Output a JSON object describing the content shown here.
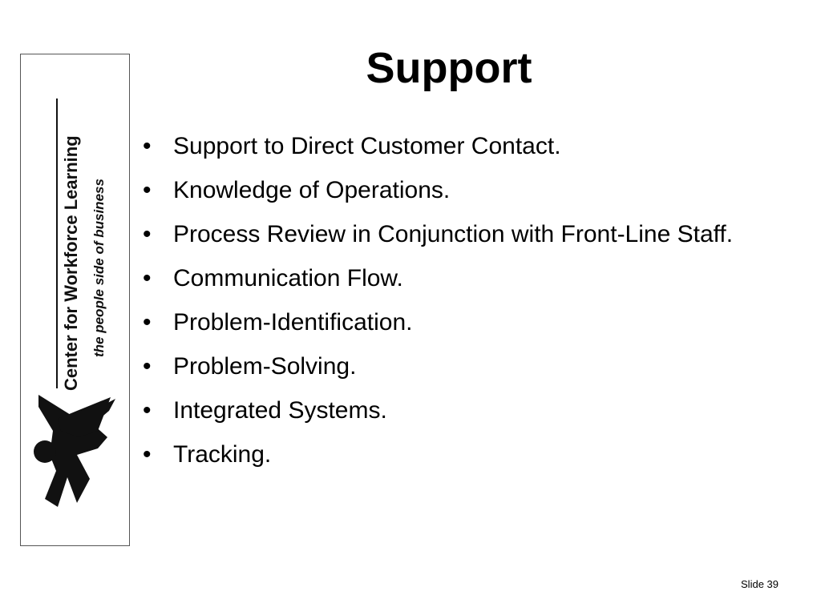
{
  "slide": {
    "title": "Support",
    "bullets": [
      "Support to Direct Customer Contact.",
      "Knowledge of Operations.",
      "Process Review in Conjunction with Front-Line Staff.",
      "Communication Flow.",
      "Problem-Identification.",
      "Problem-Solving.",
      "Integrated Systems.",
      "Tracking."
    ],
    "bullet_glyph": "•",
    "footer": "Slide 39"
  },
  "logo": {
    "name": "Center for Workforce Learning",
    "tagline": "the people side of business",
    "color": "#111111"
  }
}
